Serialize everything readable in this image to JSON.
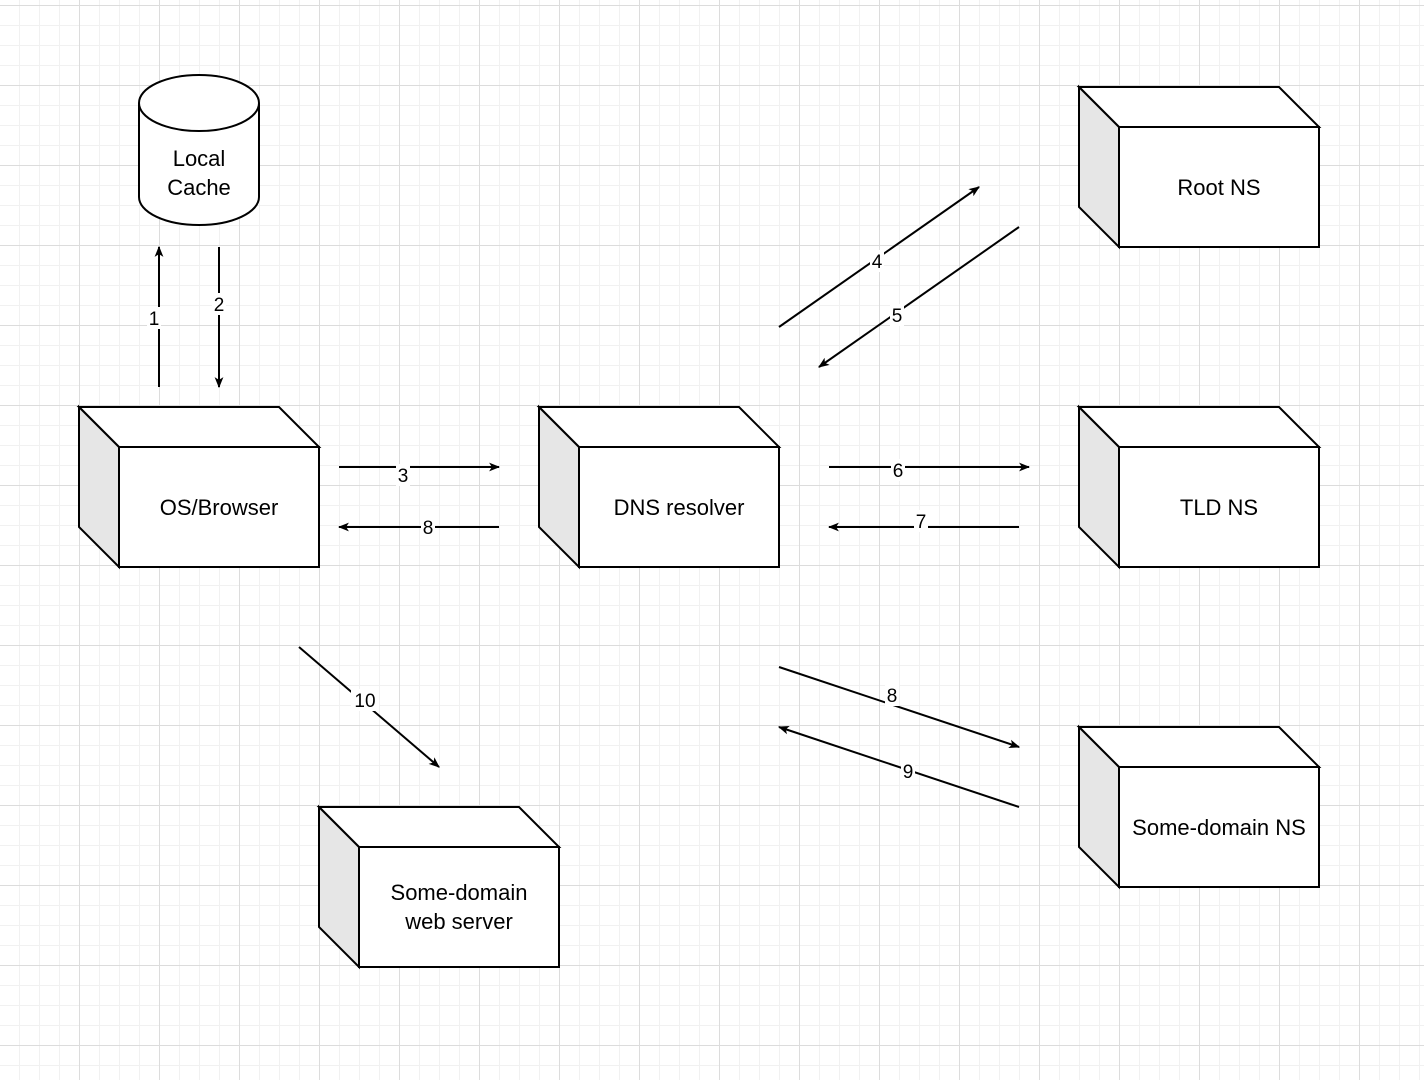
{
  "nodes": {
    "cache": {
      "line1": "Local",
      "line2": "Cache"
    },
    "browser": {
      "label": "OS/Browser"
    },
    "resolver": {
      "label": "DNS resolver"
    },
    "root": {
      "label": "Root NS"
    },
    "tld": {
      "label": "TLD NS"
    },
    "domain_ns": {
      "label": "Some-domain NS"
    },
    "web_server": {
      "line1": "Some-domain",
      "line2": "web server"
    }
  },
  "edges": [
    {
      "id": "e1",
      "label": "1"
    },
    {
      "id": "e2",
      "label": "2"
    },
    {
      "id": "e3",
      "label": "3"
    },
    {
      "id": "e4",
      "label": "4"
    },
    {
      "id": "e5",
      "label": "5"
    },
    {
      "id": "e6",
      "label": "6"
    },
    {
      "id": "e7",
      "label": "7"
    },
    {
      "id": "e8a",
      "label": "8"
    },
    {
      "id": "e8b",
      "label": "8"
    },
    {
      "id": "e9",
      "label": "9"
    },
    {
      "id": "e10",
      "label": "10"
    }
  ]
}
